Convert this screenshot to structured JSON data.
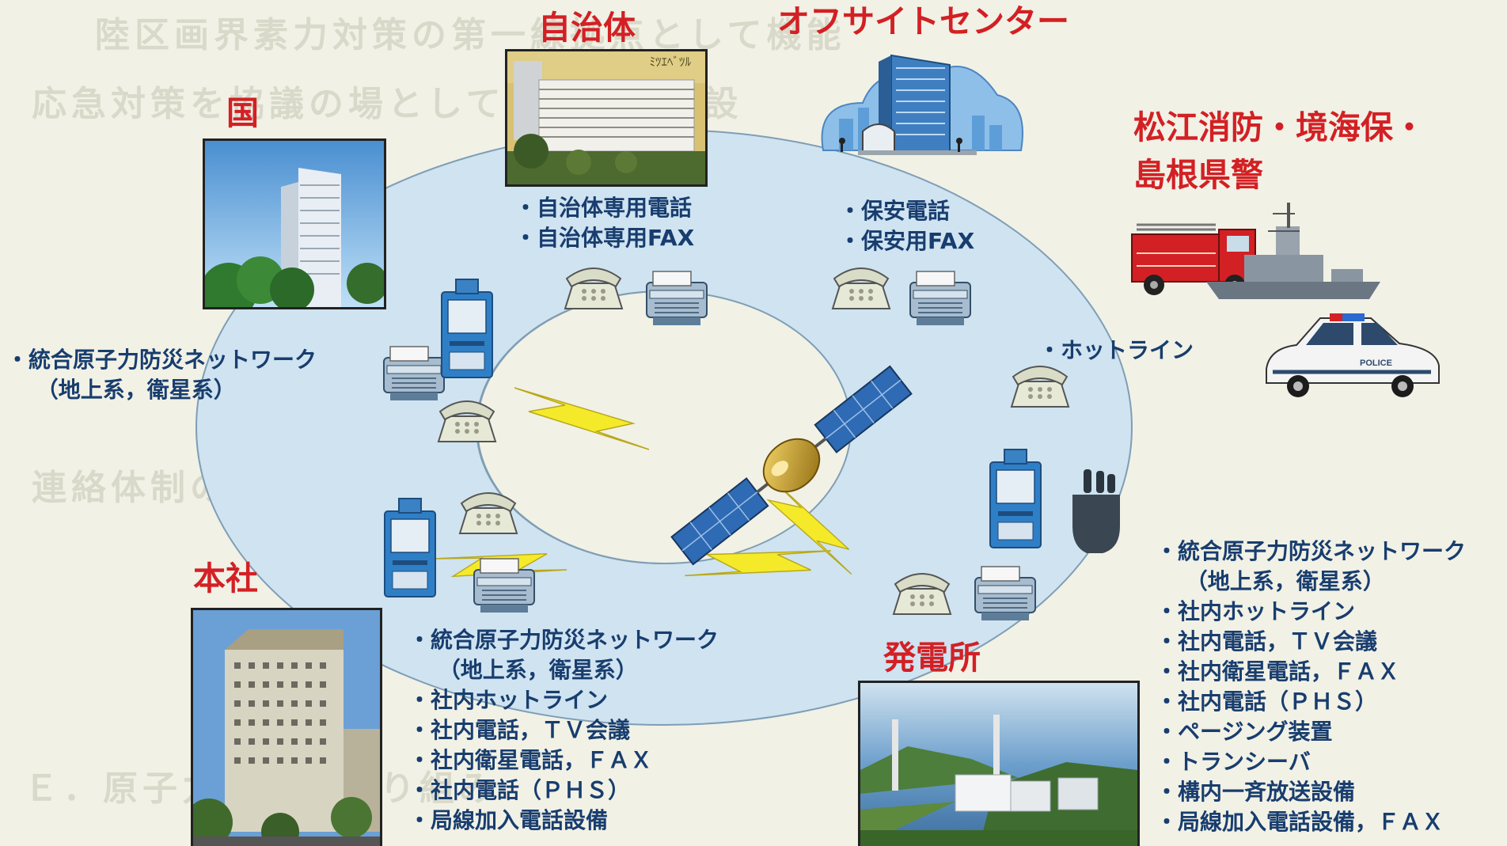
{
  "nodes": {
    "kuni": {
      "title": "国"
    },
    "jichitai": {
      "title": "自治体",
      "sign_text": "ﾐﾂｴﾍﾞﾂﾙ",
      "items": [
        "自治体専用電話",
        "自治体専用FAX"
      ]
    },
    "offsite": {
      "title": "オフサイトセンター",
      "items": [
        "保安電話",
        "保安用FAX"
      ]
    },
    "matsue": {
      "title_line1": "松江消防・境海保・",
      "title_line2": "島根県警",
      "police_text": "POLICE"
    },
    "honsha": {
      "title": "本社"
    },
    "hatsudensho": {
      "title": "発電所"
    }
  },
  "lists": {
    "left_network": {
      "line1": "統合原子力防災ネットワーク",
      "line2": "（地上系，衛星系）"
    },
    "hotline": {
      "label": "ホットライン"
    },
    "bottom_center": [
      "統合原子力防災ネットワーク",
      "（地上系，衛星系）",
      "社内ホットライン",
      "社内電話，ＴＶ会議",
      "社内衛星電話，ＦＡＸ",
      "社内電話（ＰＨＳ）",
      "局線加入電話設備"
    ],
    "right": [
      "統合原子力防災ネットワーク",
      "（地上系，衛星系）",
      "社内ホットライン",
      "社内電話，ＴＶ会議",
      "社内衛星電話，ＦＡＸ",
      "社内電話（ＰＨＳ）",
      "ページング装置",
      "トランシーバ",
      "構内一斉放送設備",
      "局線加入電話設備，ＦＡＸ"
    ]
  },
  "colors": {
    "title_red": "#d32024",
    "text_navy": "#183d6e",
    "ring": "#cfe3f1",
    "lightning": "#f5ea2a"
  },
  "icons": [
    "building-icon",
    "fax-machine-icon",
    "telephone-icon",
    "satellite-icon",
    "lightning-icon",
    "fire-truck-icon",
    "ship-icon",
    "police-car-icon",
    "transceiver-icon",
    "terminal-icon",
    "power-plant-icon"
  ]
}
